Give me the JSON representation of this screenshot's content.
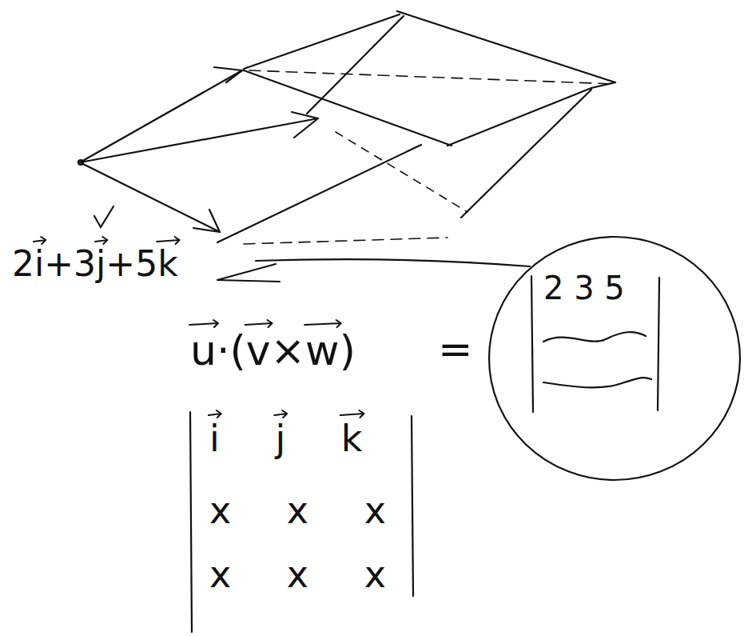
{
  "diagram": {
    "nodes": [
      {
        "text": [
          "2 3 5"
        ]
      }
    ],
    "labels": [
      "2i+3j+5k",
      "u·(v×w)",
      "=",
      "i j k",
      "x x x",
      "x x x"
    ]
  }
}
